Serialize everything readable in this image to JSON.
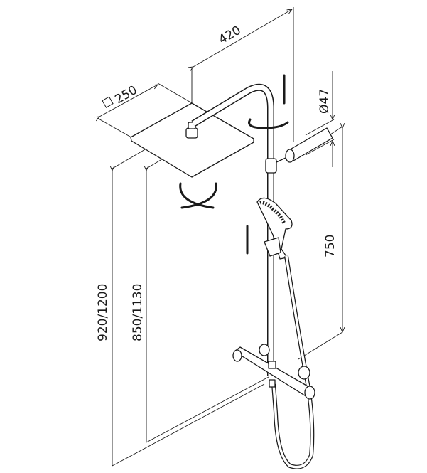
{
  "dimensions": {
    "arm_length": "420",
    "head_size": "250",
    "head_size_symbol": "□",
    "wall_offset": "Ø47",
    "bracket_height": "750",
    "total_height": "920/1200",
    "head_height": "850/1130"
  },
  "colors": {
    "line": "#1a1a1a",
    "background": "#ffffff"
  }
}
